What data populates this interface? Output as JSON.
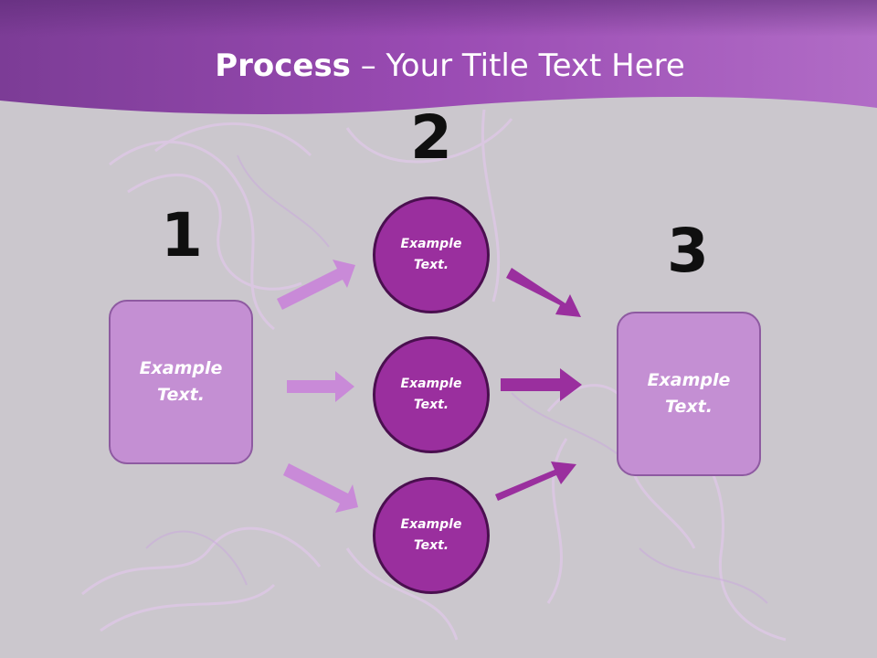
{
  "slide": {
    "title_bold": "Process",
    "title_rest": " – Your Title Text Here",
    "step_numbers": [
      "1",
      "2",
      "3"
    ],
    "left_box": "Example\nText.",
    "right_box": "Example\nText.",
    "circles": [
      "Example\nText.",
      "Example\nText.",
      "Example\nText."
    ]
  },
  "colors": {
    "header": "#9b4bb4",
    "box_fill": "#c48fd3",
    "circle_fill": "#9a2f9e",
    "arrow_light": "#c98ad8",
    "arrow_dark": "#9a2f9e"
  }
}
